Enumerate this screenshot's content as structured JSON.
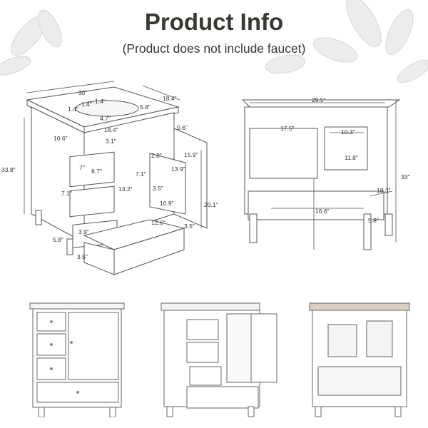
{
  "header": {
    "title": "Product Info",
    "subtitle": "(Product does not include faucet)"
  },
  "left_diagram_dims": [
    "30\"",
    "18.4\"",
    "1.4\"",
    "1.4\"",
    "1.4\"",
    "5.8\"",
    "4.7\"",
    "0.6\"",
    "18.4\"",
    "10.6\"",
    "3.1\"",
    "2.8\"",
    "15.9\"",
    "7\"",
    "8.7\"",
    "13.9\"",
    "7.1\"",
    "13.2\"",
    "33.8\"",
    "7.1\"",
    "3.5\"",
    "20.1\"",
    "10.9\"",
    "12.6\"",
    "3.9\"",
    "3.5\"",
    "5.8\"",
    "3.5\""
  ],
  "right_diagram_dims": [
    "29.5\"",
    "17.5\"",
    "10.3\"",
    "11.8\"",
    "33\"",
    "18.3\"",
    "16.6\"",
    "5.8\""
  ],
  "colors": {
    "title": "#3b3732",
    "line": "#555555",
    "leaf": "#e6e6e6",
    "cabinet": "#ffffff"
  },
  "thumbnails": [
    "front-view",
    "open-drawers-view",
    "back-view"
  ]
}
